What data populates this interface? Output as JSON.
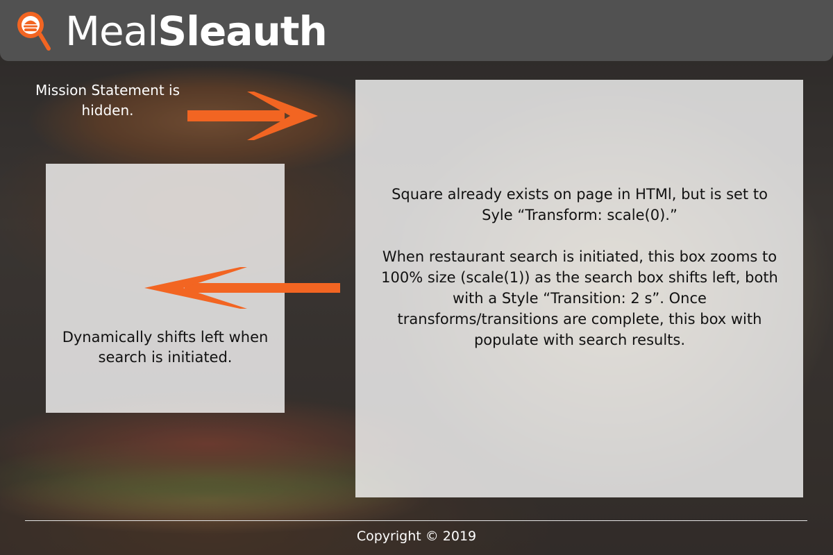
{
  "brand": {
    "light": "Meal",
    "bold": "Sleauth"
  },
  "annotations": {
    "mission": "Mission Statement is hidden.",
    "search_shift": "Dynamically shifts left when search is initiated.",
    "results_p1": "Square already exists on page in HTMl, but is set to Syle “Transform: scale(0).”",
    "results_p2": "When restaurant search is initiated, this box zooms to 100% size (scale(1)) as the search box shifts left, both with a Style “Transition: 2 s”.  Once transforms/transitions are complete, this box with populate with search results."
  },
  "footer": {
    "copyright": "Copyright © 2019"
  },
  "colors": {
    "accent": "#f26522",
    "header_bg": "#555555",
    "panel_bg": "#ffffff"
  },
  "icons": {
    "logo": "magnifier-burger-icon",
    "arrow_right": "arrow-right-icon",
    "arrow_left": "arrow-left-icon"
  }
}
